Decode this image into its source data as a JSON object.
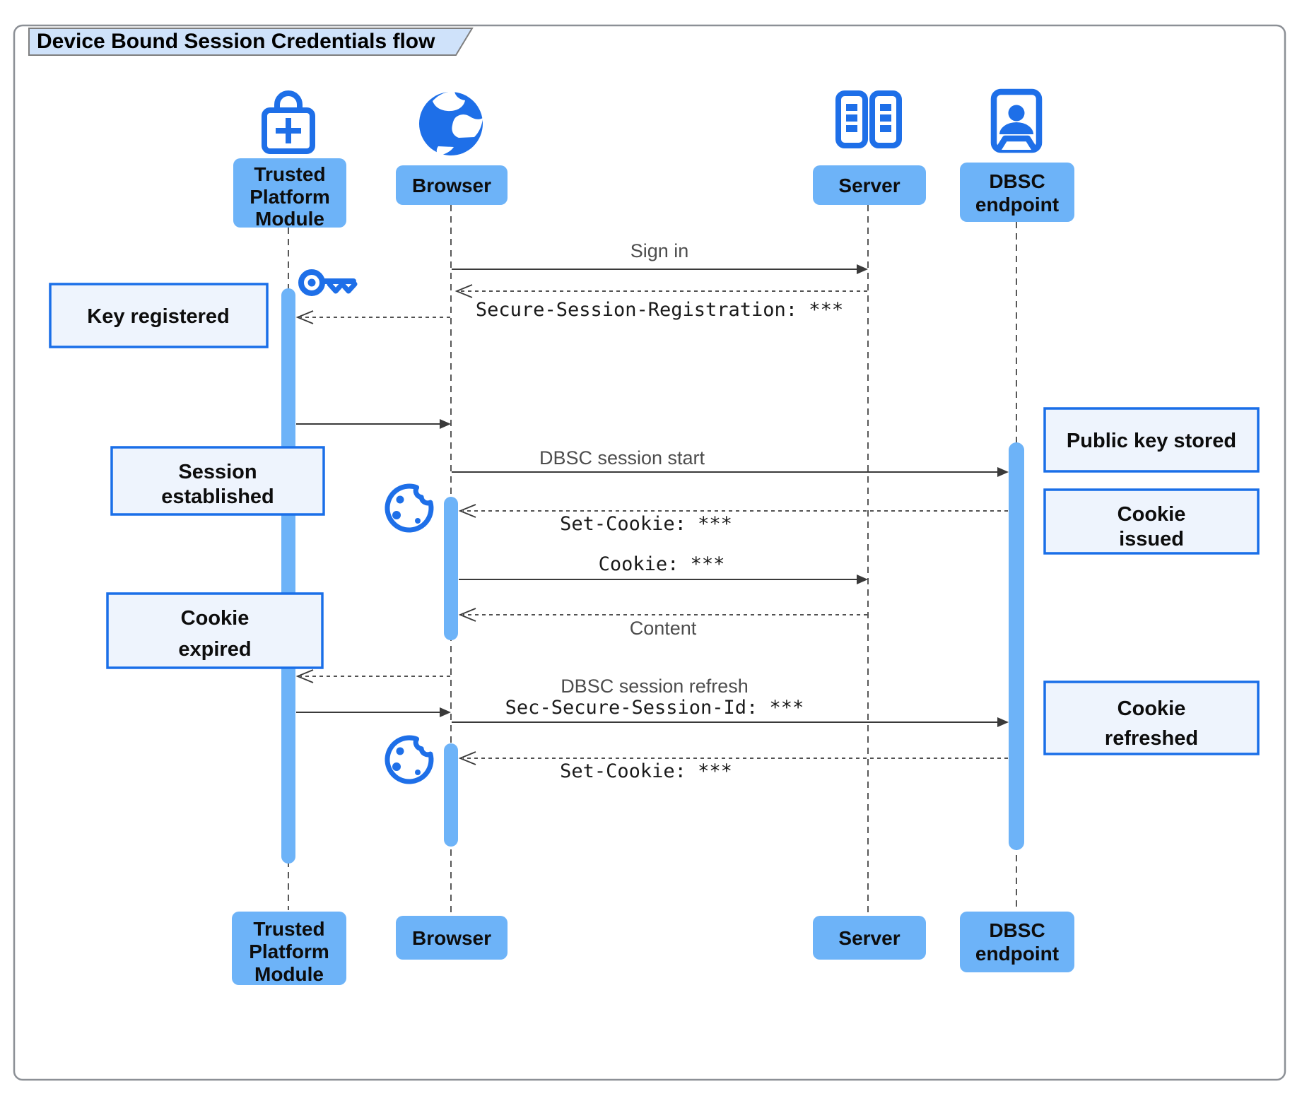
{
  "title": "Device Bound Session Credentials flow",
  "actors": [
    {
      "id": "tpm",
      "icon": "lock-plus-icon",
      "label_lines": [
        "Trusted",
        "Platform",
        "Module"
      ]
    },
    {
      "id": "browser",
      "icon": "globe-icon",
      "label_lines": [
        "Browser"
      ]
    },
    {
      "id": "server",
      "icon": "server-rack-icon",
      "label_lines": [
        "Server"
      ]
    },
    {
      "id": "dbsc",
      "icon": "id-badge-icon",
      "label_lines": [
        "DBSC",
        "endpoint"
      ]
    }
  ],
  "messages": [
    {
      "from": "browser",
      "to": "server",
      "style": "solid",
      "font": "sans",
      "label": "Sign in"
    },
    {
      "from": "server",
      "to": "browser",
      "style": "dashed",
      "font": "mono",
      "label": "Secure-Session-Registration: ***"
    },
    {
      "from": "browser",
      "to": "tpm",
      "style": "dashed",
      "font": "none",
      "label": ""
    },
    {
      "from": "tpm",
      "to": "browser",
      "style": "solid",
      "font": "none",
      "label": ""
    },
    {
      "from": "browser",
      "to": "dbsc",
      "style": "solid",
      "font": "sans",
      "label": "DBSC session start"
    },
    {
      "from": "dbsc",
      "to": "browser",
      "style": "dashed",
      "font": "mono",
      "label": "Set-Cookie: ***"
    },
    {
      "from": "browser",
      "to": "server",
      "style": "solid",
      "font": "mono",
      "label": "Cookie: ***"
    },
    {
      "from": "server",
      "to": "browser",
      "style": "dashed",
      "font": "sans",
      "label": "Content"
    },
    {
      "from": "browser",
      "to": "tpm",
      "style": "dashed",
      "font": "none",
      "label": ""
    },
    {
      "from": "tpm",
      "to": "browser",
      "style": "solid",
      "font": "none",
      "label": ""
    },
    {
      "from": "browser",
      "to": "dbsc",
      "style": "solid",
      "font": "sans+mono",
      "label": "DBSC session refresh",
      "label2": "Sec-Secure-Session-Id: ***"
    },
    {
      "from": "dbsc",
      "to": "browser",
      "style": "dashed",
      "font": "mono",
      "label": "Set-Cookie: ***"
    }
  ],
  "notes": [
    {
      "id": "key-registered",
      "side": "left",
      "lines": [
        "Key registered"
      ]
    },
    {
      "id": "session-established",
      "side": "left",
      "lines": [
        "Session",
        "established"
      ]
    },
    {
      "id": "cookie-expired",
      "side": "left",
      "lines": [
        "Cookie",
        "expired"
      ]
    },
    {
      "id": "public-key-stored",
      "side": "right",
      "lines": [
        "Public key stored"
      ]
    },
    {
      "id": "cookie-issued",
      "side": "right",
      "lines": [
        "Cookie",
        "issued"
      ]
    },
    {
      "id": "cookie-refreshed",
      "side": "right",
      "lines": [
        "Cookie",
        "refreshed"
      ]
    }
  ],
  "decorative_icons": [
    "key-icon",
    "cookie-icon",
    "cookie-icon"
  ],
  "colors": {
    "actor_fill": "#6db3f8",
    "activation_fill": "#6db3f8",
    "icon_blue": "#1e6fe8",
    "note_fill": "#eef4fd",
    "note_border": "#1a6fe8",
    "title_fill": "#cfe2fa",
    "arrow": "#3a3a3a",
    "msg_text_gray": "#4d4d4d",
    "msg_text_mono": "#1a1a1a"
  }
}
